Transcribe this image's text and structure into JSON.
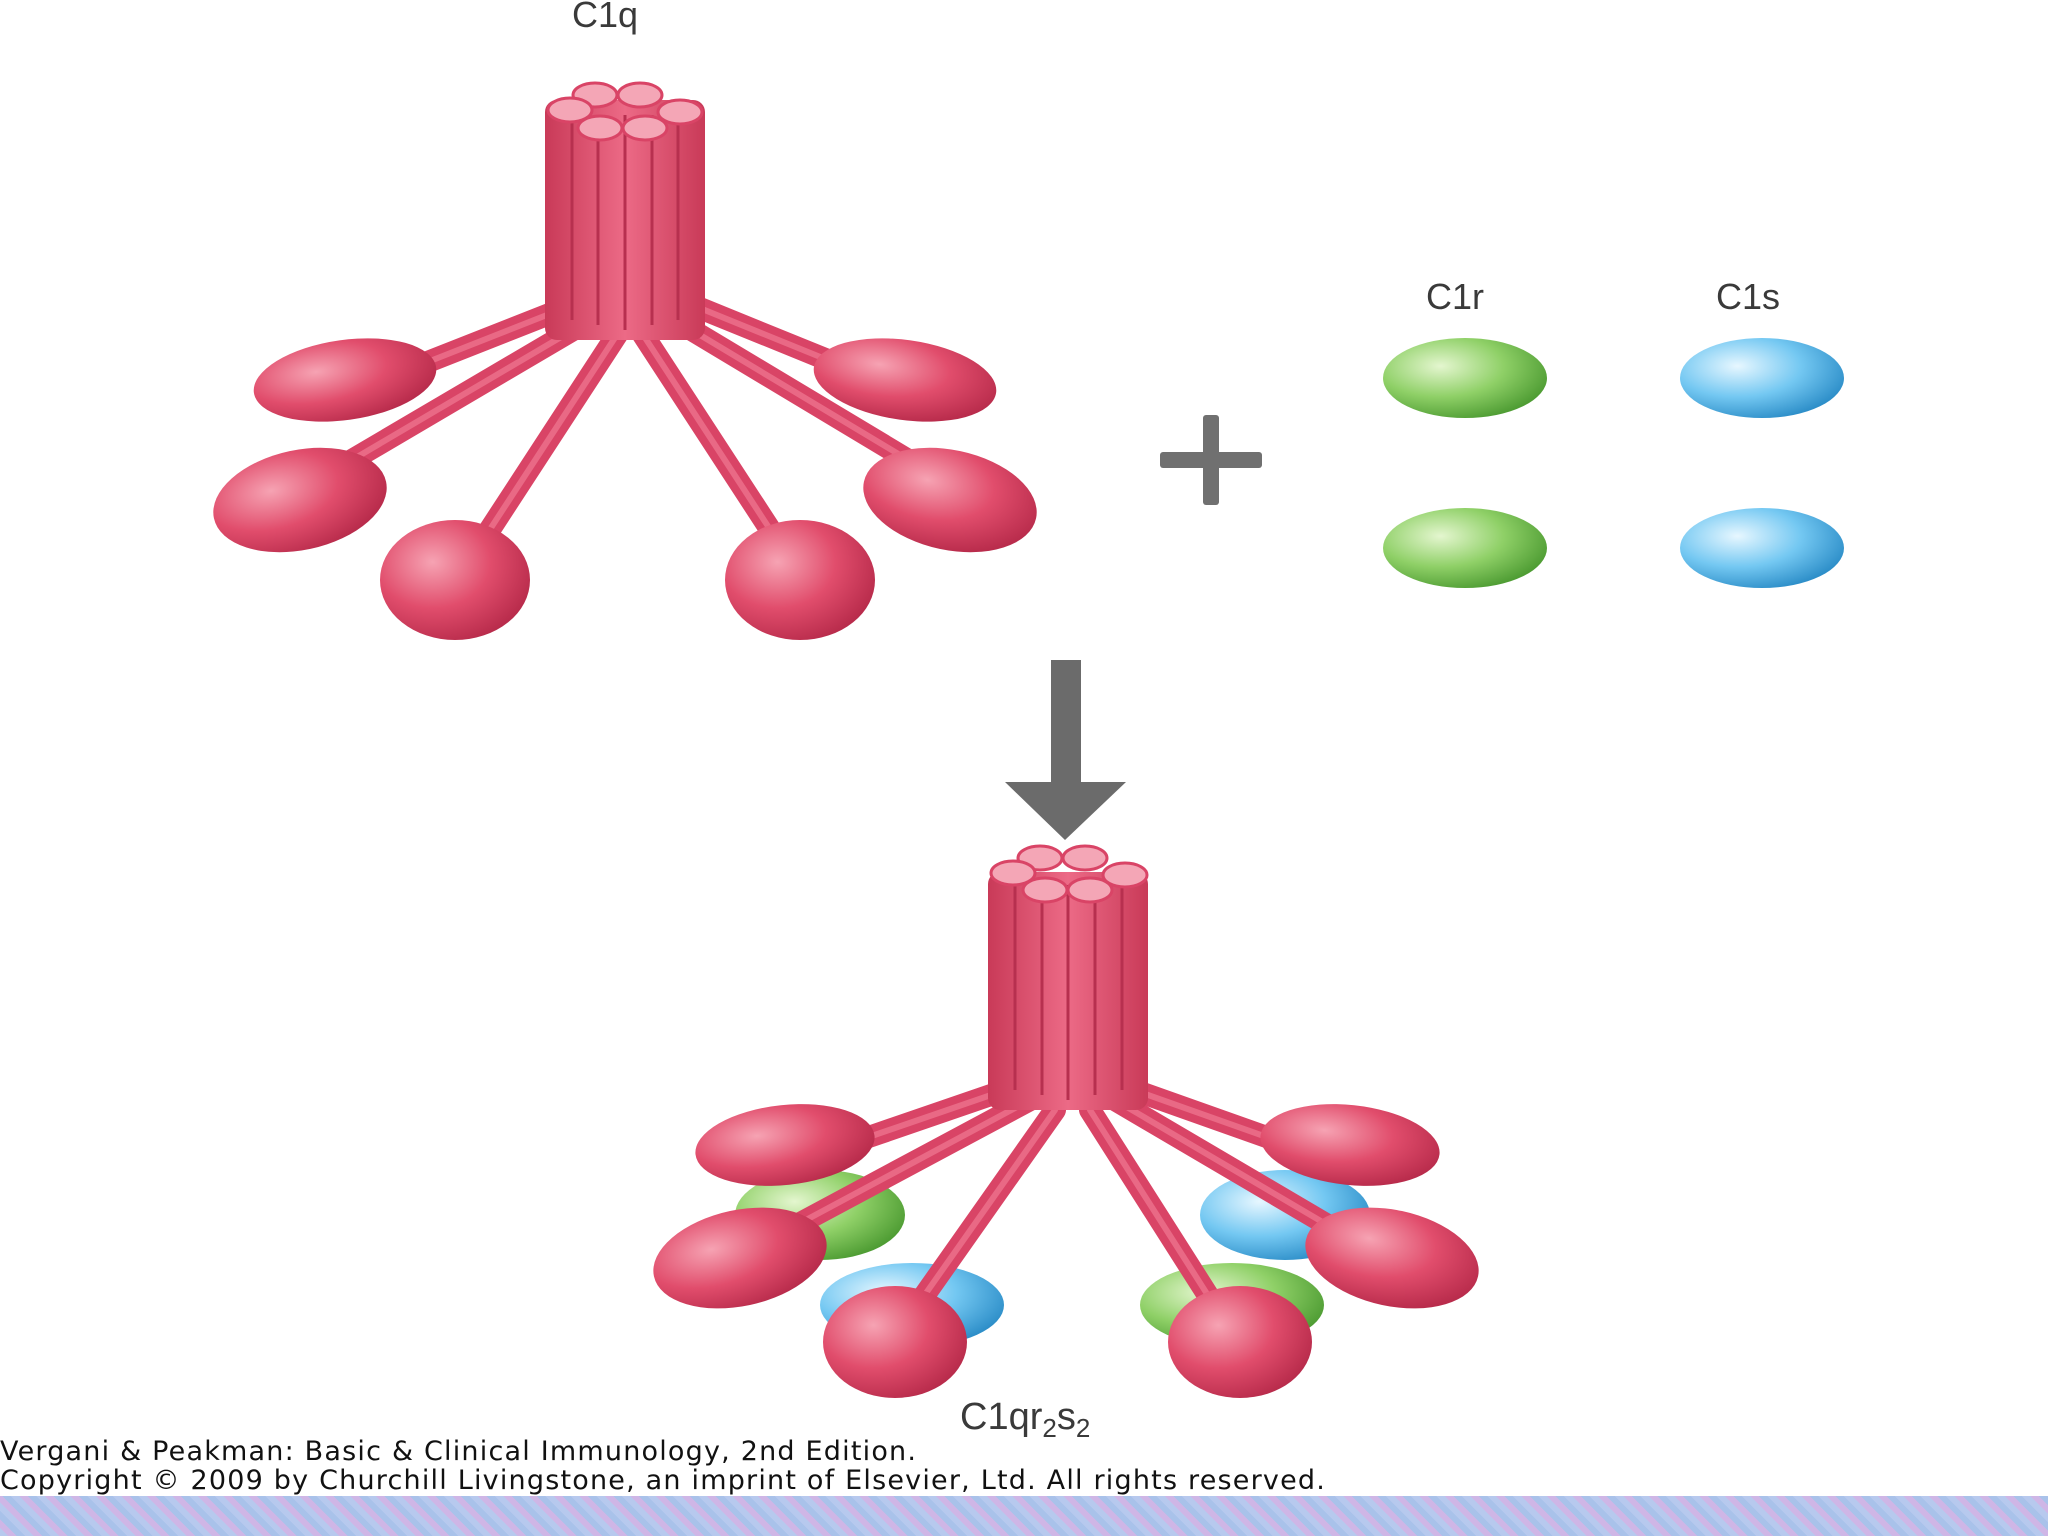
{
  "labels": {
    "c1q": "C1q",
    "c1r": "C1r",
    "c1s": "C1s",
    "product_base": "C1qr",
    "product_sub1": "2",
    "product_s": "s",
    "product_sub2": "2"
  },
  "caption": {
    "line1": "Vergani & Peakman: Basic & Clinical Immunology, 2nd Edition.",
    "line2": "Copyright © 2009 by Churchill Livingstone, an imprint of Elsevier, Ltd. All rights reserved."
  },
  "colors": {
    "c1q": "#e0506e",
    "c1r": "#7cc55a",
    "c1s": "#5bb8e8",
    "arrow": "#6b6b6b",
    "plus": "#707070"
  }
}
